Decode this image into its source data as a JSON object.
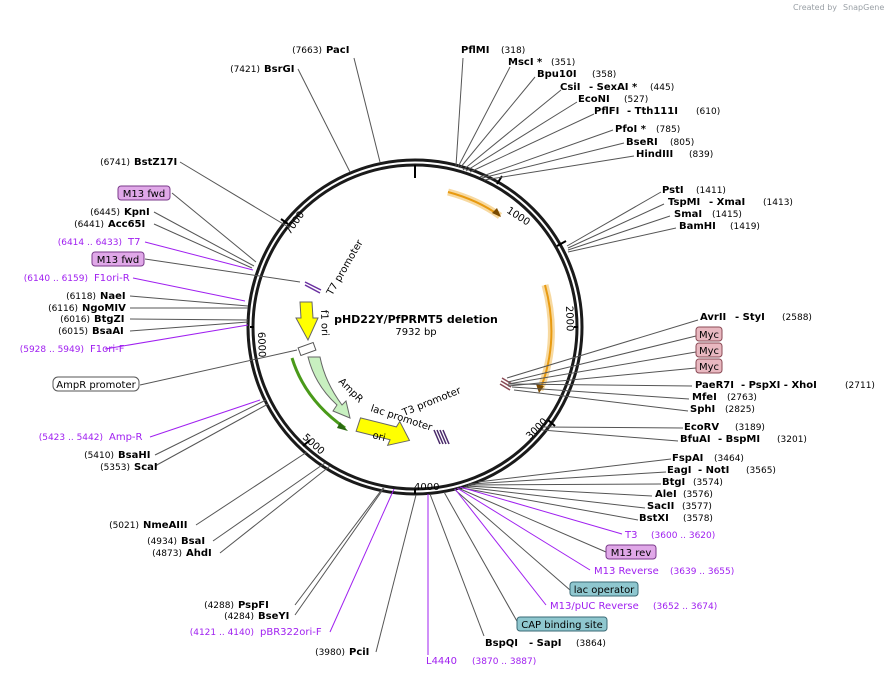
{
  "brand": {
    "created_by": "Created by",
    "name": "SnapGene"
  },
  "map": {
    "title": "pHD22Y/PfPRMT5 deletion",
    "length_label": "7932 bp",
    "ticks": [
      "1000",
      "2000",
      "3000",
      "4000",
      "5000",
      "6000",
      "7000"
    ]
  },
  "left_sites": [
    {
      "pos": "(7663)",
      "name": "PacI"
    },
    {
      "pos": "(7421)",
      "name": "BsrGI"
    },
    {
      "pos": "(6741)",
      "name": "BstZ17I"
    },
    {
      "pos": "(6445)",
      "name": "KpnI"
    },
    {
      "pos": "(6441)",
      "name": "Acc65I"
    },
    {
      "pos": "(6118)",
      "name": "NaeI"
    },
    {
      "pos": "(6116)",
      "name": "NgoMIV"
    },
    {
      "pos": "(6016)",
      "name": "BtgZI"
    },
    {
      "pos": "(6015)",
      "name": "BsaAI"
    },
    {
      "pos": "(5410)",
      "name": "BsaHI"
    },
    {
      "pos": "(5353)",
      "name": "ScaI"
    },
    {
      "pos": "(5021)",
      "name": "NmeAIII"
    },
    {
      "pos": "(4934)",
      "name": "BsaI"
    },
    {
      "pos": "(4873)",
      "name": "AhdI"
    },
    {
      "pos": "(4288)",
      "name": "PspFI"
    },
    {
      "pos": "(4284)",
      "name": "BseYI"
    },
    {
      "pos": "(3980)",
      "name": "PciI"
    }
  ],
  "left_features": [
    {
      "text": "M13 fwd"
    },
    {
      "text": "M13 fwd"
    },
    {
      "text": "AmpR promoter"
    }
  ],
  "left_primers": [
    {
      "pos": "(6414 .. 6433)",
      "name": "T7"
    },
    {
      "pos": "(6140 .. 6159)",
      "name": "F1ori-R"
    },
    {
      "pos": "(5928 .. 5949)",
      "name": "F1ori-F"
    },
    {
      "pos": "(5423 .. 5442)",
      "name": "Amp-R"
    },
    {
      "pos": "(4121 .. 4140)",
      "name": "pBR322ori-F"
    }
  ],
  "right_sites": [
    {
      "name": "PflMI",
      "pos": "(318)"
    },
    {
      "name": "MscI *",
      "pos": "(351)"
    },
    {
      "name": "Bpu10I",
      "pos": "(358)"
    },
    {
      "name": "CsiI",
      "extra": "- SexAI *",
      "pos": "(445)"
    },
    {
      "name": "EcoNI",
      "pos": "(527)"
    },
    {
      "name": "PflFI",
      "extra": "- Tth111I",
      "pos": "(610)"
    },
    {
      "name": "PfoI *",
      "pos": "(785)"
    },
    {
      "name": "BseRI",
      "pos": "(805)"
    },
    {
      "name": "HindIII",
      "pos": "(839)"
    },
    {
      "name": "PstI",
      "pos": "(1411)"
    },
    {
      "name": "TspMI",
      "extra": "- XmaI",
      "pos": "(1413)"
    },
    {
      "name": "SmaI",
      "pos": "(1415)"
    },
    {
      "name": "BamHI",
      "pos": "(1419)"
    },
    {
      "name": "AvrII",
      "extra": "- StyI",
      "pos": "(2588)"
    },
    {
      "name": "PaeR7I",
      "extra": "- PspXI   - XhoI",
      "pos": "(2711)"
    },
    {
      "name": "MfeI",
      "pos": "(2763)"
    },
    {
      "name": "SphI",
      "pos": "(2825)"
    },
    {
      "name": "EcoRV",
      "pos": "(3189)"
    },
    {
      "name": "BfuAI",
      "extra": "- BspMI",
      "pos": "(3201)"
    },
    {
      "name": "FspAI",
      "pos": "(3464)"
    },
    {
      "name": "EagI",
      "extra": "- NotI",
      "pos": "(3565)"
    },
    {
      "name": "BtgI",
      "pos": "(3574)"
    },
    {
      "name": "AleI",
      "pos": "(3576)"
    },
    {
      "name": "SacII",
      "pos": "(3577)"
    },
    {
      "name": "BstXI",
      "pos": "(3578)"
    },
    {
      "name": "BspQI",
      "extra": "- SapI",
      "pos": "(3864)"
    }
  ],
  "right_features": [
    {
      "text": "Myc"
    },
    {
      "text": "Myc"
    },
    {
      "text": "Myc"
    },
    {
      "text": "M13 rev"
    },
    {
      "text": "lac operator"
    },
    {
      "text": "CAP binding site"
    }
  ],
  "right_primers": [
    {
      "name": "T3",
      "pos": "(3600 .. 3620)"
    },
    {
      "name": "M13 Reverse",
      "pos": "(3639 .. 3655)"
    },
    {
      "name": "M13/pUC Reverse",
      "pos": "(3652 .. 3674)"
    },
    {
      "name": "L4440",
      "pos": "(3870 .. 3887)"
    }
  ],
  "inner_features": {
    "t7_promoter": "T7 promoter",
    "f1_ori": "f1 ori",
    "ampr": "AmpR",
    "lac_promoter": "lac promoter",
    "ori": "ori",
    "t3_promoter": "T3 promoter"
  },
  "colors": {
    "backbone": "#1a1a1a",
    "purple": "#a020f0",
    "m13_fill": "#e0a8e8",
    "myc_fill": "#e8b8c0",
    "teal_fill": "#8fc7cf",
    "orange": "#e89a10",
    "yellow": "#ffff00",
    "green": "#4a9a1a",
    "lightgreen": "#c8f0c0"
  }
}
